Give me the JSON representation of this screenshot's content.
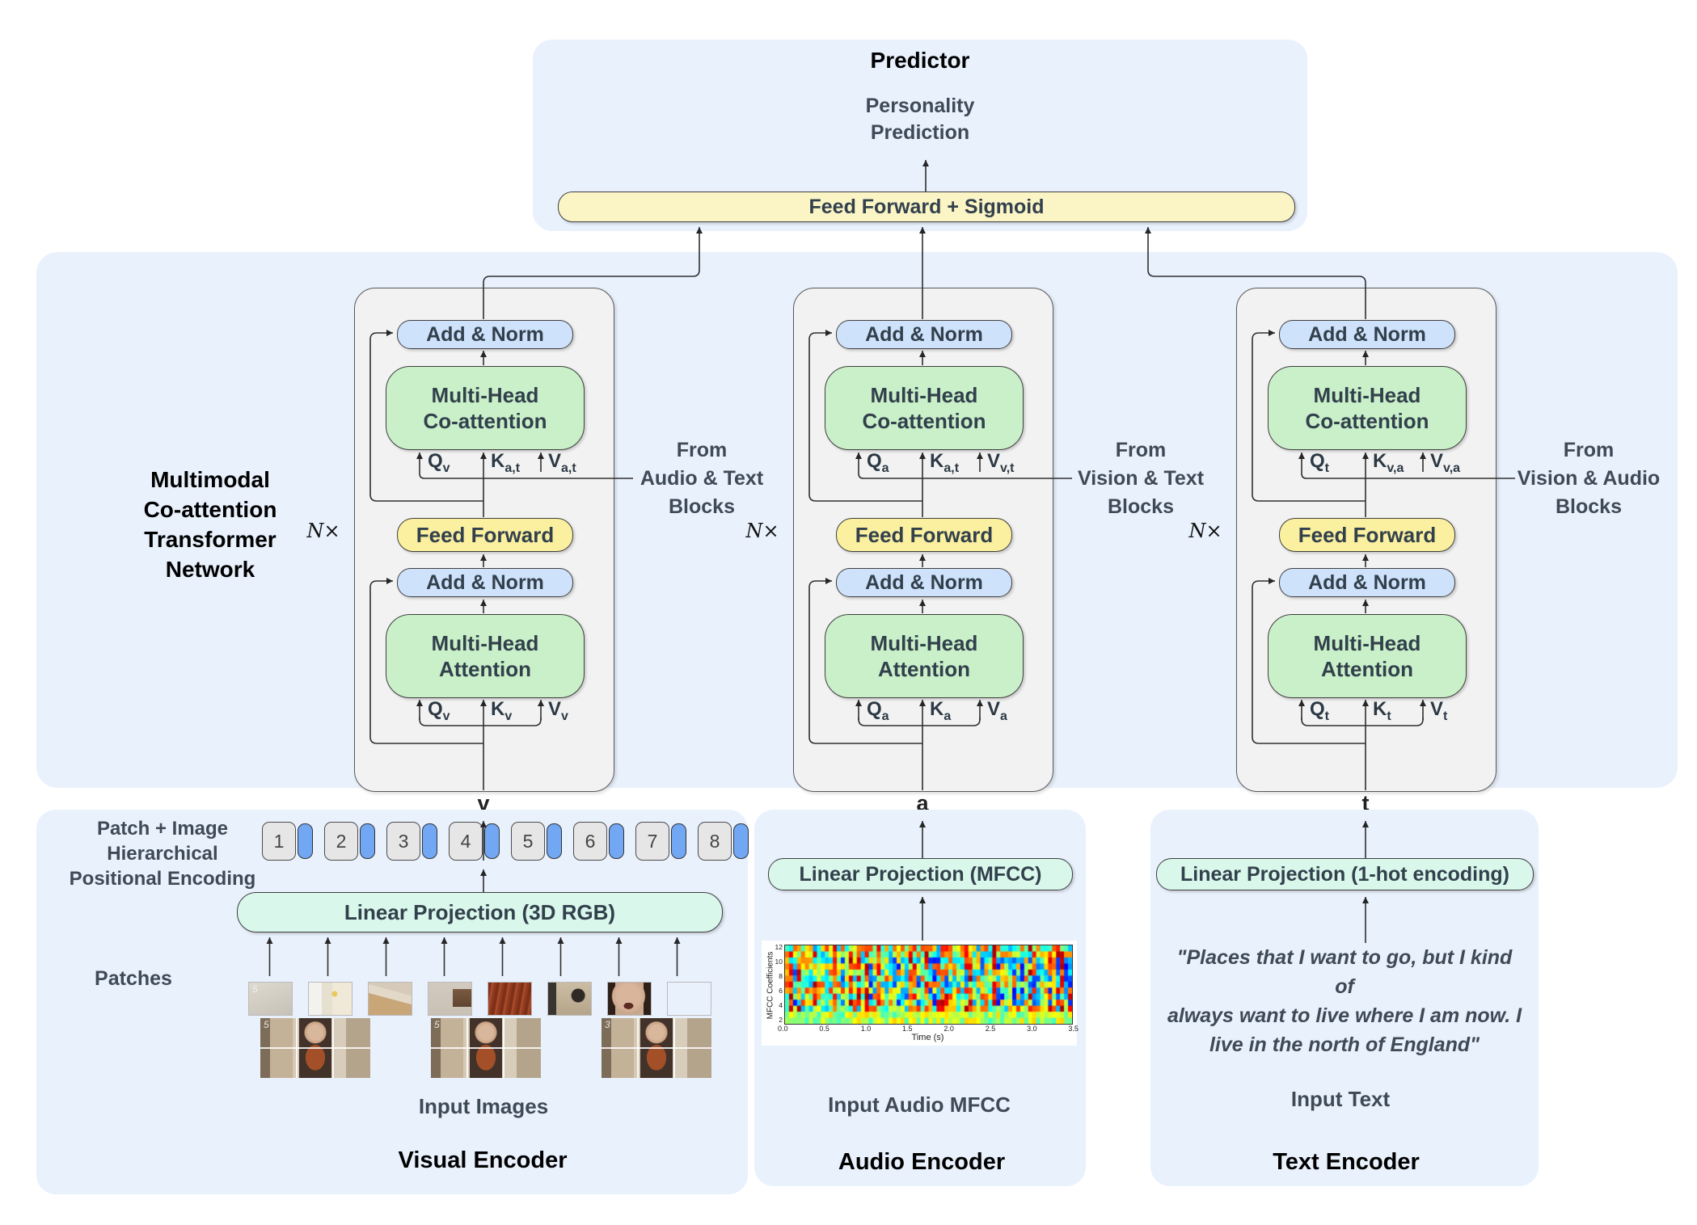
{
  "predictor": {
    "title": "Predictor",
    "output_lines": [
      "Personality",
      "Prediction"
    ],
    "pill_label": "Feed Forward + Sigmoid"
  },
  "network": {
    "title_lines": [
      "Multimodal",
      "Co-attention",
      "Transformer",
      "Network"
    ],
    "repeat_label": "N×",
    "blocks": [
      {
        "stream_label": "v",
        "add_norm_top": "Add & Norm",
        "co_attention_lines": [
          "Multi-Head",
          "Co-attention"
        ],
        "feed_forward": "Feed Forward",
        "add_norm_bottom": "Add & Norm",
        "self_attention_lines": [
          "Multi-Head",
          "Attention"
        ],
        "qkv_co": [
          {
            "base": "Q",
            "sub": "v"
          },
          {
            "base": "K",
            "sub": "a,t"
          },
          {
            "base": "V",
            "sub": "a,t"
          }
        ],
        "qkv_self": [
          {
            "base": "Q",
            "sub": "v"
          },
          {
            "base": "K",
            "sub": "v"
          },
          {
            "base": "V",
            "sub": "v"
          }
        ],
        "from_lines": [
          "From",
          "Audio & Text",
          "Blocks"
        ]
      },
      {
        "stream_label": "a",
        "add_norm_top": "Add & Norm",
        "co_attention_lines": [
          "Multi-Head",
          "Co-attention"
        ],
        "feed_forward": "Feed Forward",
        "add_norm_bottom": "Add & Norm",
        "self_attention_lines": [
          "Multi-Head",
          "Attention"
        ],
        "qkv_co": [
          {
            "base": "Q",
            "sub": "a"
          },
          {
            "base": "K",
            "sub": "a,t"
          },
          {
            "base": "V",
            "sub": "v,t"
          }
        ],
        "qkv_self": [
          {
            "base": "Q",
            "sub": "a"
          },
          {
            "base": "K",
            "sub": "a"
          },
          {
            "base": "V",
            "sub": "a"
          }
        ],
        "from_lines": [
          "From",
          "Vision & Text",
          "Blocks"
        ]
      },
      {
        "stream_label": "t",
        "add_norm_top": "Add & Norm",
        "co_attention_lines": [
          "Multi-Head",
          "Co-attention"
        ],
        "feed_forward": "Feed Forward",
        "add_norm_bottom": "Add & Norm",
        "self_attention_lines": [
          "Multi-Head",
          "Attention"
        ],
        "qkv_co": [
          {
            "base": "Q",
            "sub": "t"
          },
          {
            "base": "K",
            "sub": "v,a"
          },
          {
            "base": "V",
            "sub": "v,a"
          }
        ],
        "qkv_self": [
          {
            "base": "Q",
            "sub": "t"
          },
          {
            "base": "K",
            "sub": "t"
          },
          {
            "base": "V",
            "sub": "t"
          }
        ],
        "from_lines": [
          "From",
          "Vision & Audio",
          "Blocks"
        ]
      }
    ]
  },
  "visual_encoder": {
    "title": "Visual Encoder",
    "pos_label_lines": [
      "Patch + Image",
      "Hierarchical",
      "Positional Encoding"
    ],
    "tokens": [
      "1",
      "2",
      "3",
      "4",
      "5",
      "6",
      "7",
      "8"
    ],
    "projection": "Linear Projection (3D RGB)",
    "patches_label": "Patches",
    "patch_overlay": "5",
    "input_label": "Input Images",
    "frame_labels": [
      "5",
      "5",
      "3"
    ]
  },
  "audio_encoder": {
    "title": "Audio Encoder",
    "projection": "Linear Projection (MFCC)",
    "input_label": "Input Audio MFCC",
    "spectrogram": {
      "ylabel": "MFCC Coefficients",
      "xlabel": "Time (s)",
      "y_ticks": [
        "12",
        "10",
        "8",
        "6",
        "4",
        "2"
      ],
      "x_ticks": [
        "0.0",
        "0.5",
        "1.0",
        "1.5",
        "2.0",
        "2.5",
        "3.0",
        "3.5"
      ]
    }
  },
  "text_encoder": {
    "title": "Text Encoder",
    "projection": "Linear Projection (1-hot encoding)",
    "quote_lines": [
      "\"Places that I want to go, but I kind of",
      "always want to live where I am now. I",
      "live in the north of England\""
    ],
    "input_label": "Input Text"
  },
  "colors": {
    "panel_blue": "#e9f1fd",
    "block_gray": "#f2f2f2",
    "pill_blue": "#cfe2fb",
    "pill_green": "#c9f0c9",
    "pill_yellow": "#fbf09f",
    "pill_cream": "#fbf5c6",
    "pill_mint": "#d9f7ea",
    "token_blue": "#71a7f3",
    "line": "#303030",
    "text_dark": "#3f4a57"
  }
}
